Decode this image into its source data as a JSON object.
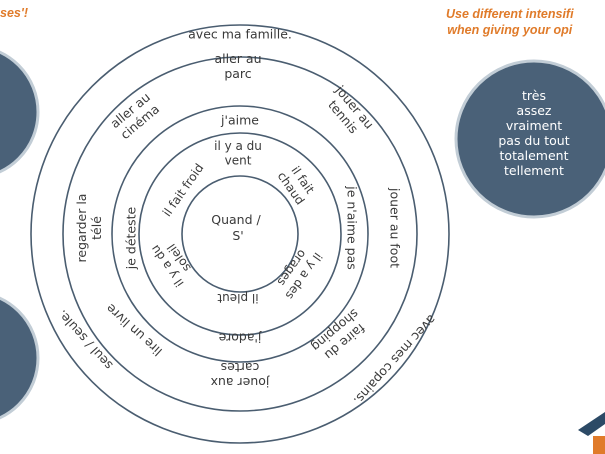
{
  "captions": {
    "left": "ses'!",
    "right_line1": "Use different intensifi",
    "right_line2": "when giving your opi"
  },
  "center": {
    "line1": "Quand /",
    "line2": "S'"
  },
  "weather": [
    "il y a du\nvent",
    "il fait\nchaud",
    "il y a des\norages",
    "il pleut",
    "il y a du\nsoleil",
    "il fait froid"
  ],
  "opinions": [
    "j'aime",
    "je n'aime pas",
    "j'adore",
    "je déteste"
  ],
  "activities": [
    "aller au\nparc",
    "jouer au\ntennis",
    "jouer au foot",
    "faire du\nshopping",
    "jouer aux\ncartes",
    "lire un livre",
    "regarder la\ntélé",
    "aller au\ncinéma"
  ],
  "company": [
    "avec ma famille.",
    "avec mes copains.",
    "seul / seule."
  ],
  "intensifiers": [
    "très",
    "assez",
    "vraiment",
    "pas du tout",
    "totalement",
    "tellement"
  ],
  "colors": {
    "ring_stroke": "#4a5d70",
    "side_fill": "#4a6178",
    "side_stroke": "#c2cdd6",
    "caption": "#e07b2a",
    "logo_blue": "#2c4a66",
    "logo_orange": "#e07b2a"
  }
}
